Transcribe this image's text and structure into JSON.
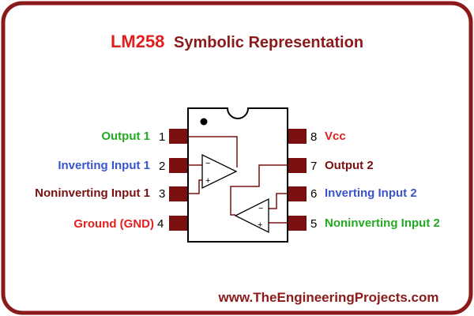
{
  "title": {
    "part": "LM258",
    "text": "Symbolic Representation"
  },
  "pins": [
    {
      "number": "1",
      "label": "Output 1",
      "color": "#22aa22"
    },
    {
      "number": "2",
      "label": "Inverting Input 1",
      "color": "#3a55cc"
    },
    {
      "number": "3",
      "label": "Noninverting Input 1",
      "color": "#7a1010"
    },
    {
      "number": "4",
      "label": "Ground (GND)",
      "color": "#e02020"
    },
    {
      "number": "8",
      "label": "Vcc",
      "color": "#e02020"
    },
    {
      "number": "7",
      "label": "Output 2",
      "color": "#7a1010"
    },
    {
      "number": "6",
      "label": "Inverting Input 2",
      "color": "#3a55cc"
    },
    {
      "number": "5",
      "label": "Noninverting Input 2",
      "color": "#22aa22"
    }
  ],
  "amp_signs": {
    "minus": "−",
    "plus": "+"
  },
  "footer": {
    "url": "www.TheEngineeringProjects.com"
  },
  "colors": {
    "frame_border": "#8b1a1a",
    "title_part": "#e02020",
    "title_text": "#8b1a1a",
    "chip_body": "#ffffff",
    "pin_fill": "#7a1010",
    "wire": "#7a1010",
    "footer_text": "#8b1a1a"
  }
}
